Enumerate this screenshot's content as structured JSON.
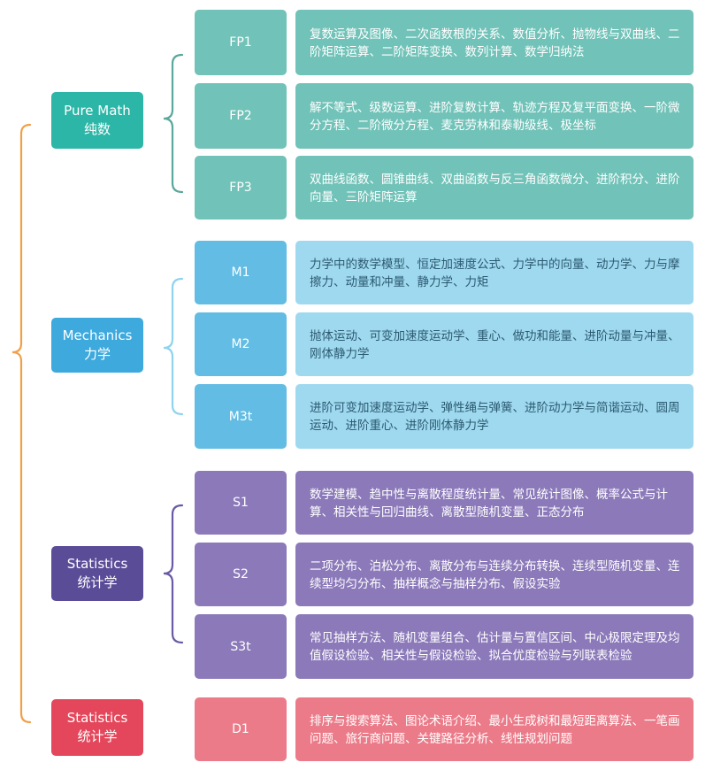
{
  "colors": {
    "outer_bracket": "#f0a048",
    "pure_math": "#2bb6a7",
    "mechanics": "#3da9dd",
    "statistics": "#5b4c98",
    "decision": "#e4475b"
  },
  "groups": [
    {
      "key": "pm",
      "label_en": "Pure Math",
      "label_zh": "纯数",
      "bracket_color": "#5aa79c",
      "modules": [
        {
          "code": "FP1",
          "topics": "复数运算及图像、二次函数根的关系、数值分析、抛物线与双曲线、二阶矩阵运算、二阶矩阵变换、数列计算、数学归纳法"
        },
        {
          "code": "FP2",
          "topics": "解不等式、级数运算、进阶复数计算、轨迹方程及复平面变换、一阶微分方程、二阶微分方程、麦克劳林和泰勒级线、极坐标"
        },
        {
          "code": "FP3",
          "topics": "双曲线函数、圆锥曲线、双曲函数与反三角函数微分、进阶积分、进阶向量、三阶矩阵运算"
        }
      ]
    },
    {
      "key": "me",
      "label_en": "Mechanics",
      "label_zh": "力学",
      "bracket_color": "#8fd3ee",
      "modules": [
        {
          "code": "M1",
          "topics": "力学中的数学模型、恒定加速度公式、力学中的向量、动力学、力与摩擦力、动量和冲量、静力学、力矩"
        },
        {
          "code": "M2",
          "topics": "抛体运动、可变加速度运动学、重心、做功和能量、进阶动量与冲量、刚体静力学"
        },
        {
          "code": "M3t",
          "topics": "进阶可变加速度运动学、弹性绳与弹簧、进阶动力学与简谐运动、圆周运动、进阶重心、进阶刚体静力学"
        }
      ]
    },
    {
      "key": "st",
      "label_en": "Statistics",
      "label_zh": "统计学",
      "bracket_color": "#6a5aa5",
      "modules": [
        {
          "code": "S1",
          "topics": "数学建模、趋中性与离散程度统计量、常见统计图像、概率公式与计算、相关性与回归曲线、离散型随机变量、正态分布"
        },
        {
          "code": "S2",
          "topics": "二项分布、泊松分布、离散分布与连续分布转换、连续型随机变量、连续型均匀分布、抽样概念与抽样分布、假设实验"
        },
        {
          "code": "S3t",
          "topics": "常见抽样方法、随机变量组合、估计量与置信区间、中心极限定理及均值假设检验、相关性与假设检验、拟合优度检验与列联表检验"
        }
      ]
    },
    {
      "key": "de",
      "label_en": "Statistics",
      "label_zh": "统计学",
      "modules": [
        {
          "code": "D1",
          "topics": "排序与搜索算法、图论术语介绍、最小生成树和最短距离算法、一笔画问题、旅行商问题、关键路径分析、线性规划问题"
        }
      ]
    }
  ]
}
